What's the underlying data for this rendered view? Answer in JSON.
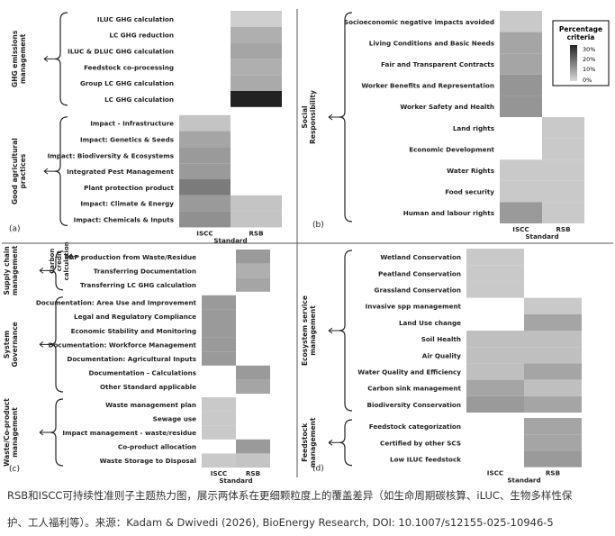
{
  "caption": {
    "line1": "RSB和ISCC可持续性准则子主题热力图，展示两体系在更细颗粒度上的覆盖差异（如生命周期碳核算、iLUC、生物多样性保",
    "line2": "护、工人福利等）。来源：Kadam & Dwivedi (2026), BioEnergy Research, DOI: 10.1007/s12155-025-10946-5"
  },
  "legend": {
    "title1": "Percentage",
    "title2": "criteria",
    "ticks": [
      "30%",
      "20%",
      "10%",
      "0%"
    ]
  },
  "scale": {
    "min_color": "#d9d9d9",
    "max_color": "#222222",
    "max_pct": 35
  },
  "chart_data": [
    {
      "type": "heatmap",
      "panel_label": "(a)",
      "x": [
        "ISCC",
        "RSB"
      ],
      "xlabel": "Standard",
      "groups": [
        {
          "name": "GHG emissions management",
          "rows": [
            {
              "label": "ILUC GHG calculation",
              "values": [
                null,
                2
              ]
            },
            {
              "label": "LC GHG reduction",
              "values": [
                null,
                8
              ]
            },
            {
              "label": "ILUC & DLUC GHG calculation",
              "values": [
                null,
                10
              ]
            },
            {
              "label": "Feedstock co-processing",
              "values": [
                null,
                8
              ]
            },
            {
              "label": "Group LC GHG calculation",
              "values": [
                null,
                9
              ]
            },
            {
              "label": "LC GHG calculation",
              "values": [
                null,
                35
              ]
            }
          ]
        },
        {
          "name": "Good agricultural practices",
          "rows": [
            {
              "label": "Impact - Infrastructure",
              "values": [
                4,
                null
              ]
            },
            {
              "label": "Impact: Genetics & Seeds",
              "values": [
                10,
                null
              ]
            },
            {
              "label": "Impact: Biodiversity & Ecosystems",
              "values": [
                12,
                null
              ]
            },
            {
              "label": "Integrated Pest Management",
              "values": [
                12,
                null
              ]
            },
            {
              "label": "Plant protection product",
              "values": [
                18,
                null
              ]
            },
            {
              "label": "Impact: Climate & Energy",
              "values": [
                12,
                4
              ]
            },
            {
              "label": "Impact: Chemicals & Inputs",
              "values": [
                14,
                4
              ]
            }
          ]
        }
      ]
    },
    {
      "type": "heatmap",
      "panel_label": "(b)",
      "x": [
        "ISCC",
        "RSB"
      ],
      "xlabel": "Standard",
      "groups": [
        {
          "name": "Social Responsibility",
          "rows": [
            {
              "label": "Socioeconomic negative impacts avoided",
              "values": [
                3,
                null
              ]
            },
            {
              "label": "Living Conditions and Basic Needs",
              "values": [
                10,
                null
              ]
            },
            {
              "label": "Fair and Transparent Contracts",
              "values": [
                10,
                null
              ]
            },
            {
              "label": "Worker Benefits and Representation",
              "values": [
                13,
                null
              ]
            },
            {
              "label": "Worker Safety and Health",
              "values": [
                13,
                null
              ]
            },
            {
              "label": "Land rights",
              "values": [
                null,
                3
              ]
            },
            {
              "label": "Economic Development",
              "values": [
                null,
                3
              ]
            },
            {
              "label": "Water Rights",
              "values": [
                3,
                3
              ]
            },
            {
              "label": "Food security",
              "values": [
                3,
                3
              ]
            },
            {
              "label": "Human and labour rights",
              "values": [
                12,
                3
              ]
            }
          ]
        }
      ]
    },
    {
      "type": "heatmap",
      "panel_label": "(c)",
      "x": [
        "ISCC",
        "RSB"
      ],
      "xlabel": "Standard",
      "groups": [
        {
          "name": "Supply chain management",
          "rows": [
            {
              "label": "SAF production from Waste/Residue",
              "values": [
                null,
                12
              ]
            },
            {
              "label": "Transferring Documentation",
              "values": [
                null,
                8
              ]
            },
            {
              "label": "Transferring LC GHG calculation",
              "values": [
                null,
                10
              ]
            }
          ]
        },
        {
          "name": "System Governance",
          "rows": [
            {
              "label": "Documentation: Area Use and Improvement",
              "values": [
                12,
                null
              ]
            },
            {
              "label": "Legal and Regulatory Compliance",
              "values": [
                12,
                null
              ]
            },
            {
              "label": "Economic Stability and Monitoring",
              "values": [
                12,
                null
              ]
            },
            {
              "label": "Documentation: Workforce Management",
              "values": [
                12,
                null
              ]
            },
            {
              "label": "Documentation: Agricultural Inputs",
              "values": [
                12,
                null
              ]
            },
            {
              "label": "Documentation - Calculations",
              "values": [
                null,
                12
              ]
            },
            {
              "label": "Other Standard applicable",
              "values": [
                null,
                10
              ]
            }
          ]
        },
        {
          "name": "Waste/Co-product management",
          "rows": [
            {
              "label": "Waste management plan",
              "values": [
                3,
                null
              ]
            },
            {
              "label": "Sewage use",
              "values": [
                3,
                null
              ]
            },
            {
              "label": "Impact management - waste/residue",
              "values": [
                3,
                null
              ]
            },
            {
              "label": "Co-product allocation",
              "values": [
                null,
                12
              ]
            },
            {
              "label": "Waste Storage to Disposal",
              "values": [
                3,
                4
              ]
            }
          ]
        }
      ],
      "annotations": [
        {
          "text": "Carbon credit calculation",
          "row": "SAF production from Waste/Residue"
        }
      ]
    },
    {
      "type": "heatmap",
      "panel_label": "(d)",
      "x": [
        "ISCC",
        "RSB"
      ],
      "xlabel": "Standard",
      "groups": [
        {
          "name": "Ecosystem service management",
          "rows": [
            {
              "label": "Wetland Conservation",
              "values": [
                3,
                null
              ]
            },
            {
              "label": "Peatland Conservation",
              "values": [
                3,
                null
              ]
            },
            {
              "label": "Grassland Conservation",
              "values": [
                3,
                null
              ]
            },
            {
              "label": "Invasive spp management",
              "values": [
                null,
                3
              ]
            },
            {
              "label": "Land Use change",
              "values": [
                null,
                10
              ]
            },
            {
              "label": "Soil Health",
              "values": [
                5,
                5
              ]
            },
            {
              "label": "Air Quality",
              "values": [
                5,
                5
              ]
            },
            {
              "label": "Water Quality and Efficiency",
              "values": [
                5,
                10
              ]
            },
            {
              "label": "Carbon sink management",
              "values": [
                10,
                5
              ]
            },
            {
              "label": "Biodiversity Conservation",
              "values": [
                12,
                10
              ]
            }
          ]
        },
        {
          "name": "Feedstock management",
          "rows": [
            {
              "label": "Feedstock categorization",
              "values": [
                null,
                10
              ]
            },
            {
              "label": "Certified by other SCS",
              "values": [
                null,
                10
              ]
            },
            {
              "label": "Low ILUC feedstock",
              "values": [
                null,
                12
              ]
            }
          ]
        }
      ]
    }
  ]
}
